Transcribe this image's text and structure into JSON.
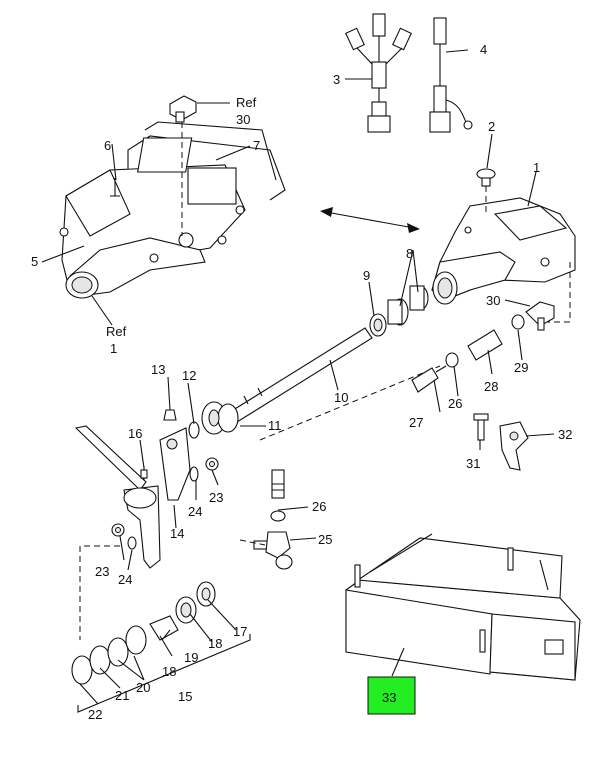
{
  "callouts": {
    "ref30_a": "Ref",
    "ref30_b": "30",
    "ref1_a": "Ref",
    "ref1_b": "1",
    "n1": "1",
    "n2": "2",
    "n3": "3",
    "n4": "4",
    "n5": "5",
    "n6": "6",
    "n7": "7",
    "n8": "8",
    "n9": "9",
    "n10": "10",
    "n11": "11",
    "n12": "12",
    "n13": "13",
    "n14": "14",
    "n15": "15",
    "n16": "16",
    "n17": "17",
    "n18a": "18",
    "n18b": "18",
    "n19": "19",
    "n20": "20",
    "n21": "21",
    "n22": "22",
    "n23a": "23",
    "n23b": "23",
    "n24a": "24",
    "n24b": "24",
    "n25": "25",
    "n26a": "26",
    "n26b": "26",
    "n27": "27",
    "n28": "28",
    "n29": "29",
    "n30": "30",
    "n31": "31",
    "n32": "32"
  },
  "highlight": {
    "label": "33",
    "color": "#22ee22"
  }
}
